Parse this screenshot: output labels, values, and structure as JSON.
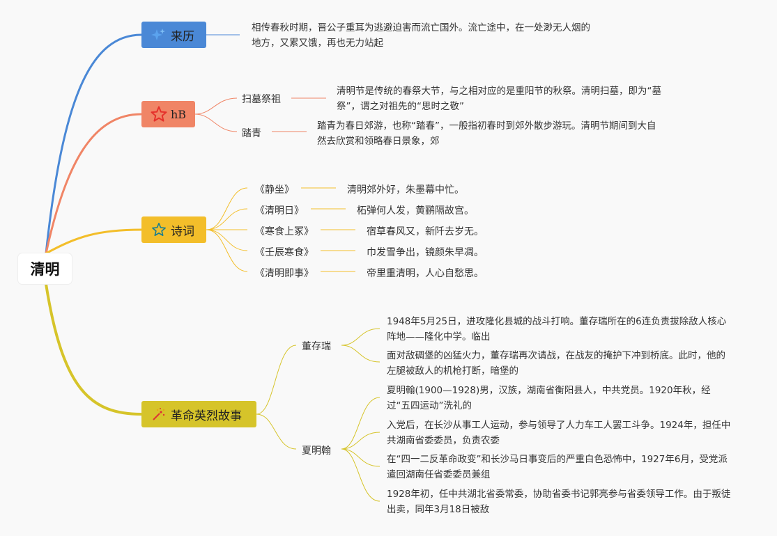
{
  "root": {
    "title": "清明"
  },
  "branches": {
    "origin": {
      "label": "来历",
      "icon": "sparkle-icon",
      "color": "#4a88d6",
      "text": "相传春秋时期，晋公子重耳为逃避迫害而流亡国外。流亡途中，在一处渺无人烟的地方，又累又饿，再也无力站起"
    },
    "customs": {
      "label": "hB",
      "icon": "star-outline-red-icon",
      "color": "#f08566",
      "items": [
        {
          "label": "扫墓祭祖",
          "text": "清明节是传统的春祭大节，与之相对应的是重阳节的秋祭。清明扫墓，即为“墓祭”，谓之对祖先的“思时之敬”"
        },
        {
          "label": "踏青",
          "text": "踏青为春日郊游，也称“踏春”，一般指初春时到郊外散步游玩。清明节期间到大自然去欣赏和领略春日景象，郊"
        }
      ]
    },
    "poems": {
      "label": "诗词",
      "icon": "star-outline-teal-icon",
      "color": "#f3be2a",
      "items": [
        {
          "title": "《静坐》",
          "line": "清明郊外好，朱墨幕中忙。"
        },
        {
          "title": "《清明日》",
          "line": "柘弹何人发，黄鹂隔故宫。"
        },
        {
          "title": "《寒食上冢》",
          "line": "宿草春风又，新阡去岁无。"
        },
        {
          "title": "《壬辰寒食》",
          "line": "巾发雪争出，镜颜朱早凋。"
        },
        {
          "title": "《清明即事》",
          "line": "帝里重清明，人心自愁思。"
        }
      ]
    },
    "heroes": {
      "label": "革命英烈故事",
      "icon": "fireworks-icon",
      "color": "#d6c42a",
      "people": [
        {
          "name": "董存瑞",
          "paragraphs": [
            "1948年5月25日，进攻隆化县城的战斗打响。董存瑞所在的6连负责拔除敌人核心阵地——隆化中学。临出",
            "面对敌碉堡的凶猛火力，董存瑞再次请战，在战友的掩护下冲到桥底。此时，他的左腿被敌人的机枪打断，暗堡的"
          ]
        },
        {
          "name": "夏明翰",
          "paragraphs": [
            "夏明翰(1900—1928)男，汉族，湖南省衡阳县人，中共党员。1920年秋，经过“五四运动”洗礼的",
            "入党后，在长沙从事工人运动，参与领导了人力车工人罢工斗争。1924年，担任中共湖南省委委员，负责农委",
            "在“四一二反革命政变”和长沙马日事变后的严重白色恐怖中，1927年6月，受党派遣回湖南任省委委员兼组",
            "1928年初，任中共湖北省委常委，协助省委书记郭亮参与省委领导工作。由于叛徒出卖，同年3月18日被敌"
          ]
        }
      ]
    }
  }
}
